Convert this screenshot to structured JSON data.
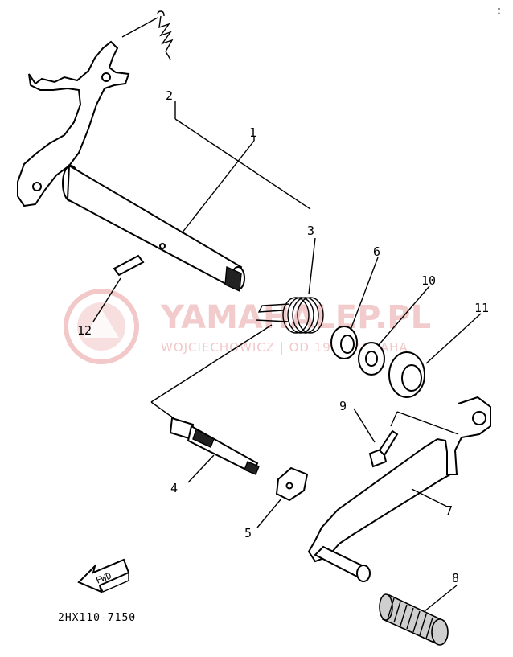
{
  "diagram": {
    "part_code": "2HX110-7150",
    "fwd_label": "FWD",
    "corner_mark": ":",
    "callouts": [
      {
        "id": "1",
        "text": "1"
      },
      {
        "id": "2",
        "text": "2"
      },
      {
        "id": "3",
        "text": "3"
      },
      {
        "id": "4",
        "text": "4"
      },
      {
        "id": "5",
        "text": "5"
      },
      {
        "id": "6",
        "text": "6"
      },
      {
        "id": "7",
        "text": "7"
      },
      {
        "id": "8",
        "text": "8"
      },
      {
        "id": "9",
        "text": "9"
      },
      {
        "id": "10",
        "text": "10"
      },
      {
        "id": "11",
        "text": "11"
      },
      {
        "id": "12",
        "text": "12"
      }
    ]
  },
  "watermark": {
    "brand": "YAMAHALEP.PL",
    "tagline": "WOJCIECHOWICZ | OD 1990 YAMAHA"
  }
}
